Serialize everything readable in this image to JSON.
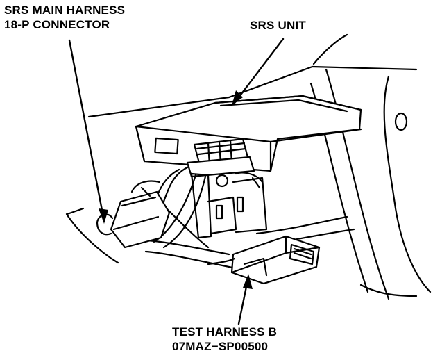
{
  "labels": {
    "main_harness": {
      "line1": "SRS MAIN HARNESS",
      "line2": "18-P CONNECTOR"
    },
    "srs_unit": "SRS UNIT",
    "test_harness": {
      "line1": "TEST HARNESS B",
      "line2": "07MAZ−SP00500"
    }
  },
  "colors": {
    "line": "#000000",
    "background": "#ffffff"
  }
}
